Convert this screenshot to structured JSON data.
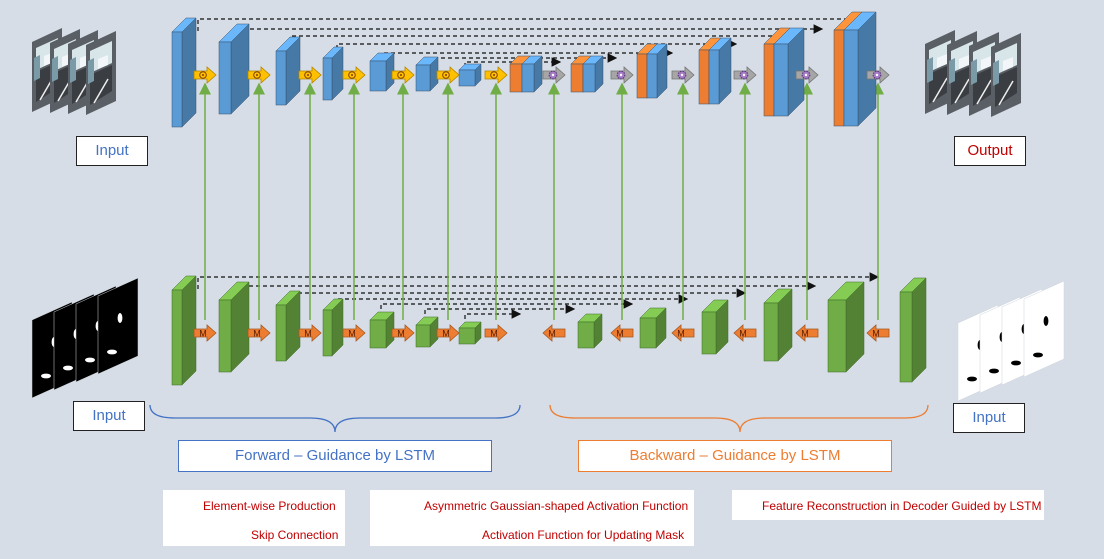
{
  "labels": {
    "input_top": "Input",
    "output_top": "Output",
    "input_mask_left": "Input",
    "input_mask_right": "Input"
  },
  "groups": {
    "forward": "Forward – Guidance by LSTM",
    "backward": "Backward – Guidance by LSTM"
  },
  "legend": {
    "elementwise": "Element-wise Production",
    "skip": "Skip Connection",
    "gaussian": "Asymmetric Gaussian-shaped Activation Function",
    "update_mask": "Activation Function for Updating Mask",
    "reconstruction": "Feature Reconstruction in Decoder Guided by LSTM"
  },
  "glyphs": {
    "mask_arrow": "M"
  },
  "colors": {
    "encoder_blue": "#5b9bd5",
    "decoder_orange": "#ed7d31",
    "mask_green": "#70ad47",
    "gaussian_green": "#70ad47",
    "arrow_yellow": "#ffc000",
    "arrow_orange": "#ed7d31",
    "arrow_gray": "#a6a6a6",
    "text_red": "#c00000",
    "text_blue": "#4472c4"
  },
  "icons": [
    "elementwise-arrow-icon",
    "mask-arrow-icon",
    "reconstruction-arrow-icon",
    "skip-arrow-icon",
    "gaussian-arrow-icon"
  ]
}
